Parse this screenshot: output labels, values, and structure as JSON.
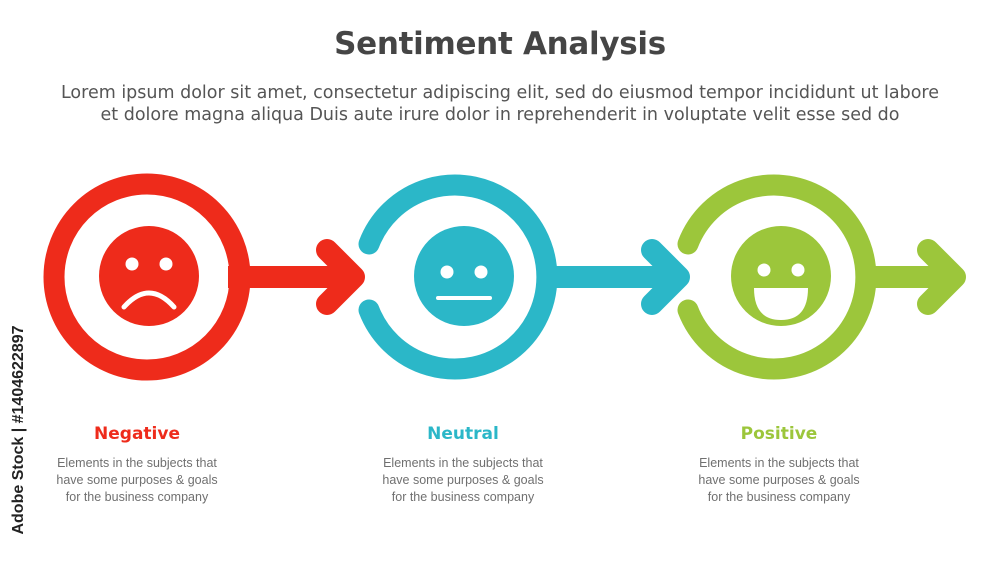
{
  "header": {
    "title": "Sentiment Analysis",
    "subtitle_line1": "Lorem ipsum dolor sit amet, consectetur adipiscing elit, sed do eiusmod tempor incididunt ut labore",
    "subtitle_line2": "et dolore magna aliqua Duis aute irure dolor in reprehenderit in voluptate velit esse sed do"
  },
  "steps": [
    {
      "label": "Negative",
      "color": "#EE2B1B",
      "icon": "sad-face-icon",
      "desc_line1": "Elements in the subjects that",
      "desc_line2": "have  some purposes & goals",
      "desc_line3": "for the  business company"
    },
    {
      "label": "Neutral",
      "color": "#2BB7C8",
      "icon": "neutral-face-icon",
      "desc_line1": "Elements in the subjects that",
      "desc_line2": "have  some purposes & goals",
      "desc_line3": "for the  business company"
    },
    {
      "label": "Positive",
      "color": "#9CC63B",
      "icon": "happy-face-icon",
      "desc_line1": "Elements in the subjects that",
      "desc_line2": "have  some purposes & goals",
      "desc_line3": "for the  business company"
    }
  ],
  "watermark": {
    "text": "Adobe Stock | #1404622897"
  }
}
